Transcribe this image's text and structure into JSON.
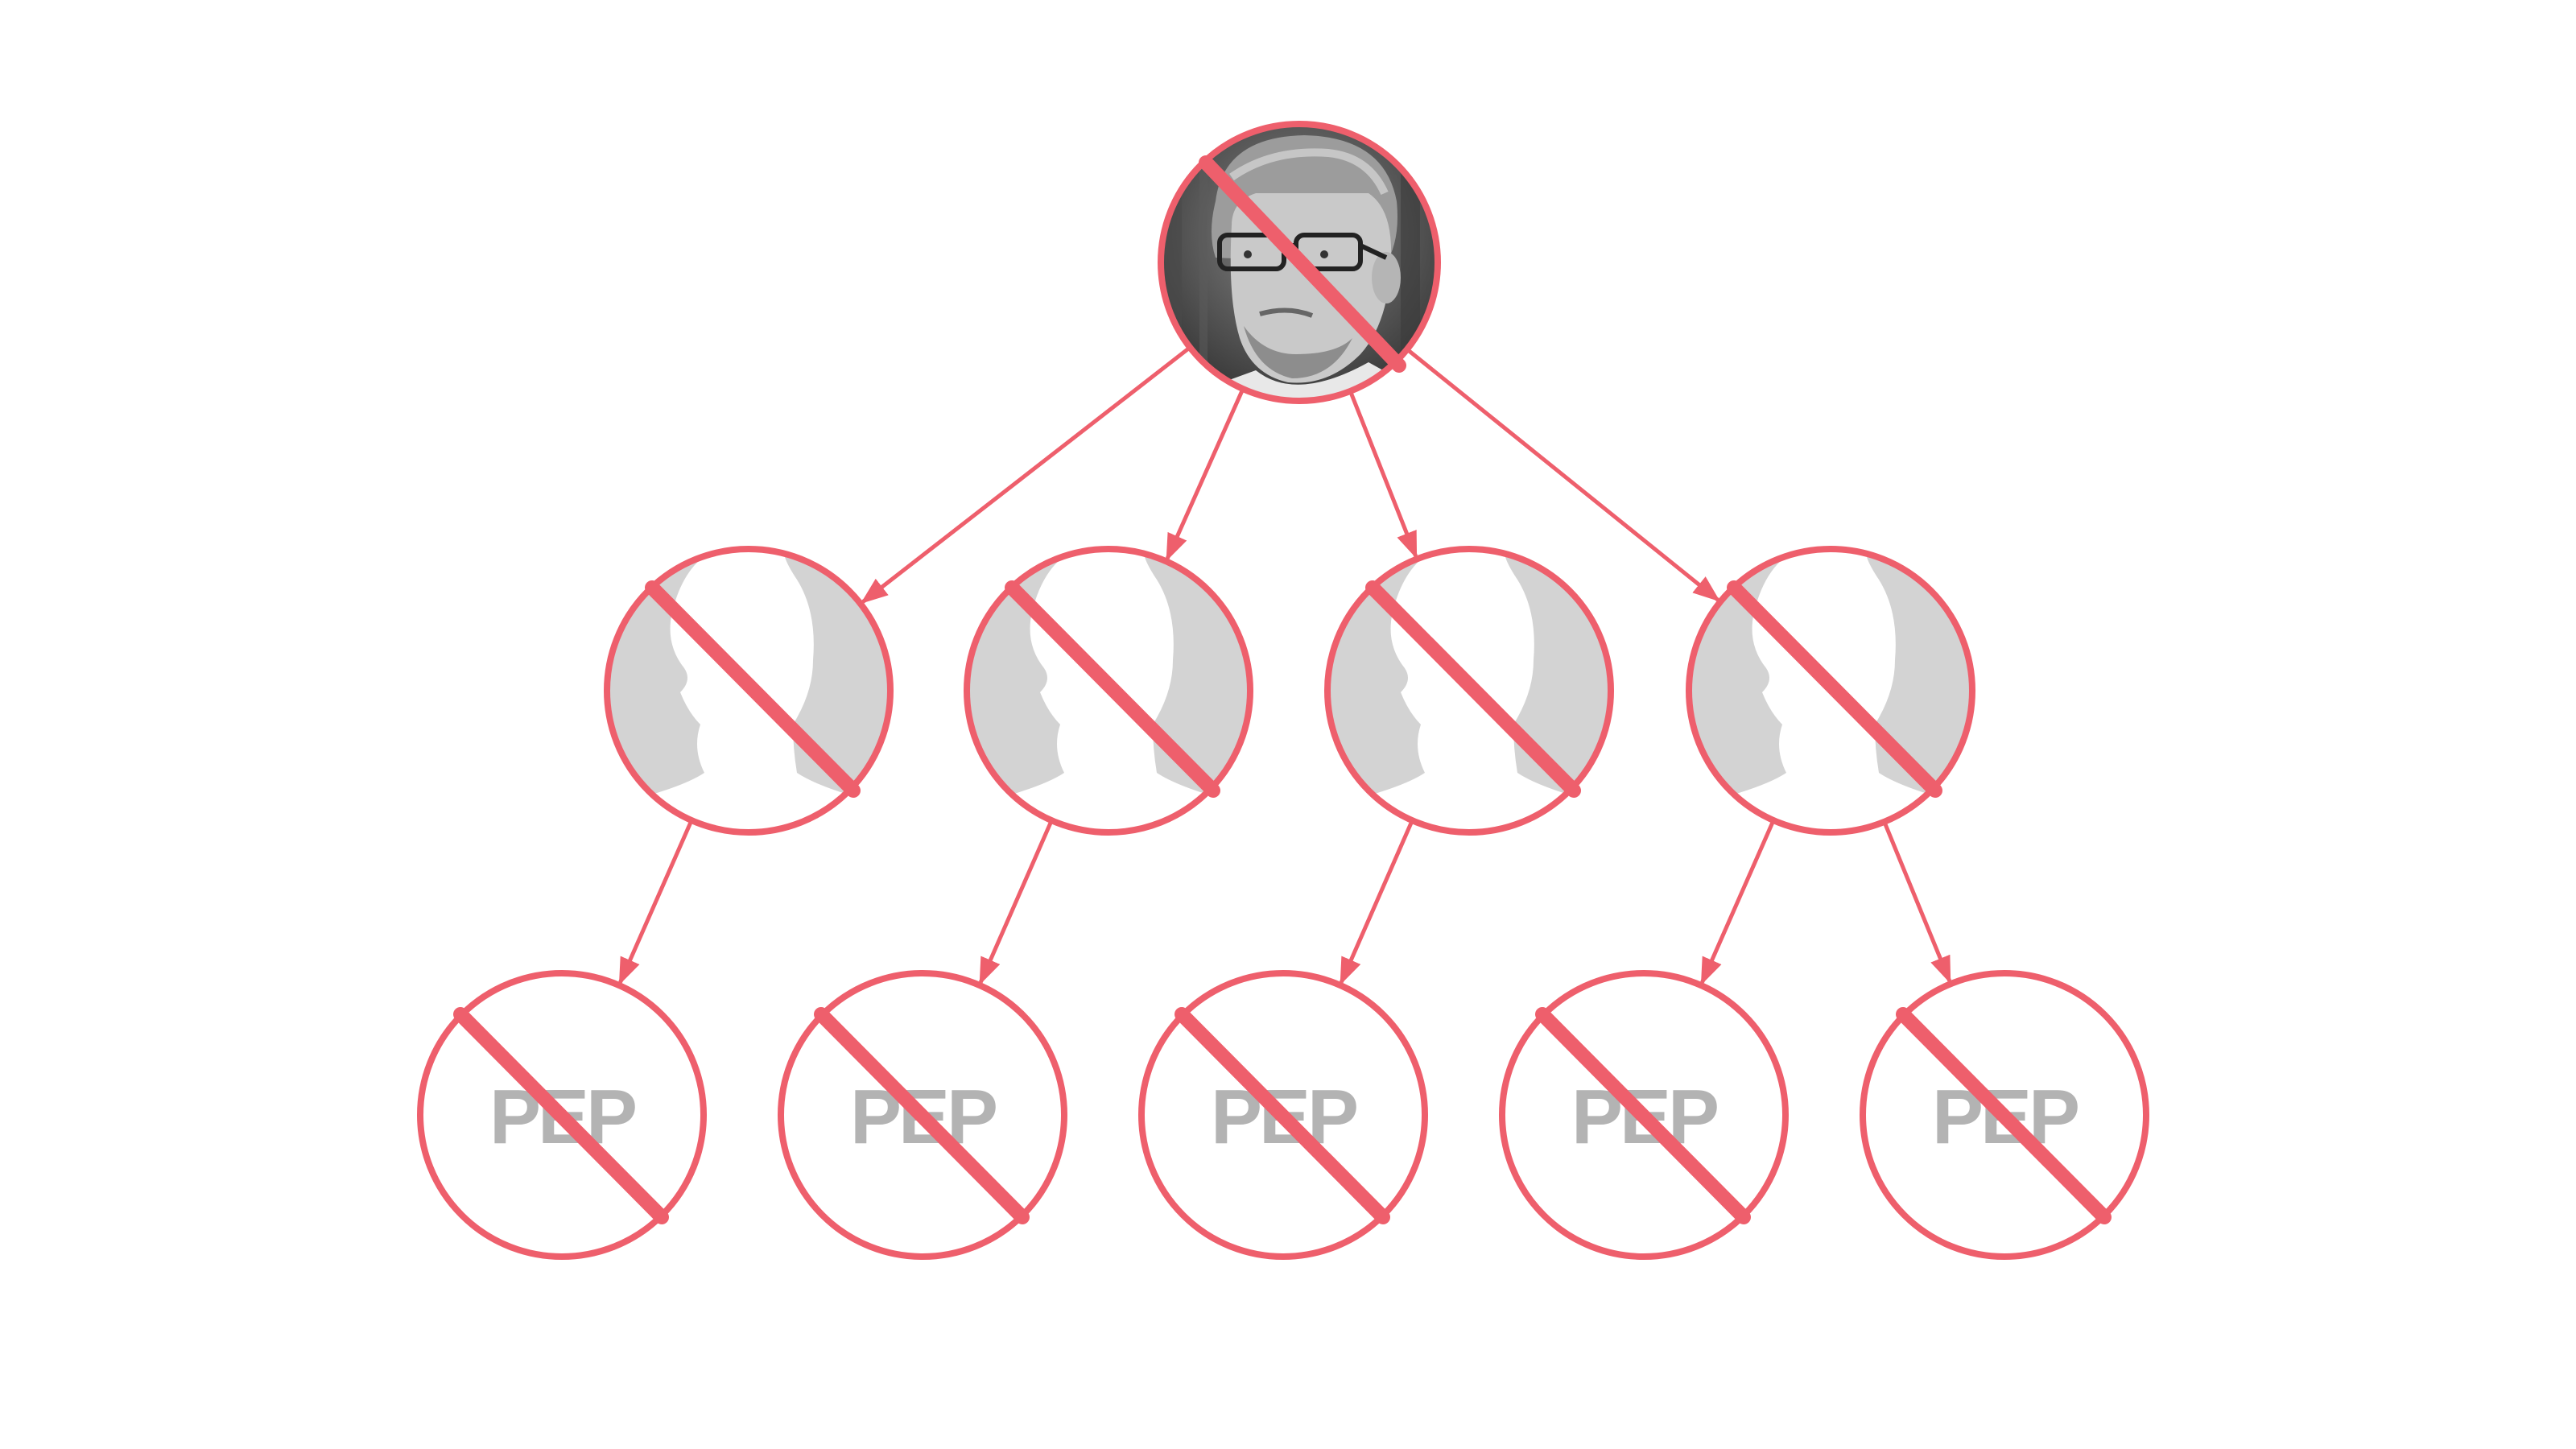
{
  "colors": {
    "accent": "#ee5f6c",
    "silhouette": "#d3d3d3",
    "pep_text": "#b3b3b3",
    "background": "#ffffff"
  },
  "diagram": {
    "root": {
      "icon": "portrait-photo",
      "crossed_out": true
    },
    "middle_nodes": [
      {
        "icon": "person-silhouette-icon",
        "crossed_out": true
      },
      {
        "icon": "person-silhouette-icon",
        "crossed_out": true
      },
      {
        "icon": "person-silhouette-icon",
        "crossed_out": true
      },
      {
        "icon": "person-silhouette-icon",
        "crossed_out": true
      }
    ],
    "leaf_nodes": [
      {
        "label": "PEP",
        "crossed_out": true
      },
      {
        "label": "PEP",
        "crossed_out": true
      },
      {
        "label": "PEP",
        "crossed_out": true
      },
      {
        "label": "PEP",
        "crossed_out": true
      },
      {
        "label": "PEP",
        "crossed_out": true
      }
    ],
    "edges": [
      {
        "from": "root",
        "to": "middle-0"
      },
      {
        "from": "root",
        "to": "middle-1"
      },
      {
        "from": "root",
        "to": "middle-2"
      },
      {
        "from": "root",
        "to": "middle-3"
      },
      {
        "from": "middle-0",
        "to": "leaf-0"
      },
      {
        "from": "middle-1",
        "to": "leaf-1"
      },
      {
        "from": "middle-2",
        "to": "leaf-2"
      },
      {
        "from": "middle-3",
        "to": "leaf-3"
      },
      {
        "from": "middle-3",
        "to": "leaf-4"
      }
    ]
  }
}
